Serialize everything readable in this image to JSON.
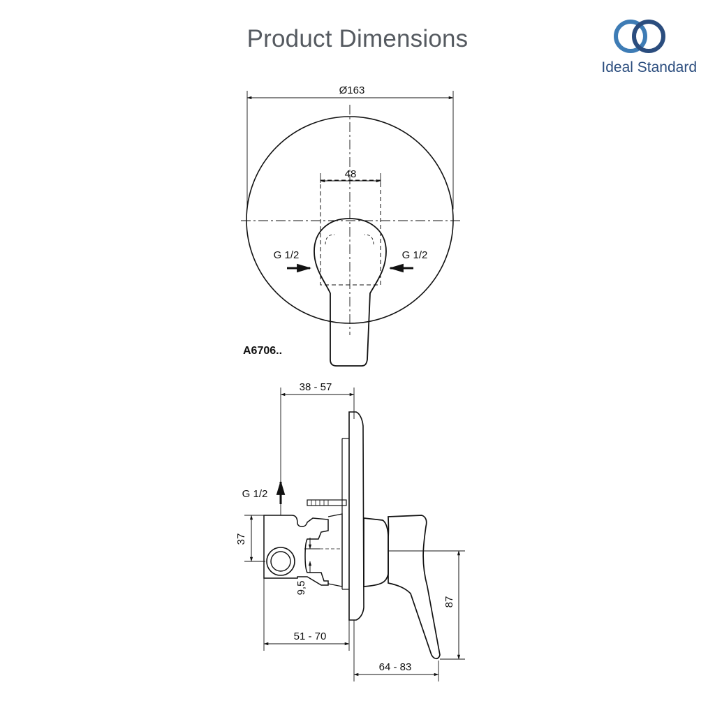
{
  "header": {
    "title": "Product Dimensions",
    "brand": "Ideal Standard",
    "brand_color": "#2b4d7e",
    "accent_color": "#3e7cb5"
  },
  "front_view": {
    "diameter": "Ø163",
    "cartridge_width": "48",
    "inlet_left": "G 1/2",
    "inlet_right": "G 1/2",
    "model_code": "A6706.."
  },
  "side_view": {
    "depth_range": "38 - 57",
    "outlet": "G 1/2",
    "height_body": "37",
    "offset": "9,5",
    "wall_depth": "51 - 70",
    "lever_projection": "64 - 83",
    "lever_height": "87"
  }
}
